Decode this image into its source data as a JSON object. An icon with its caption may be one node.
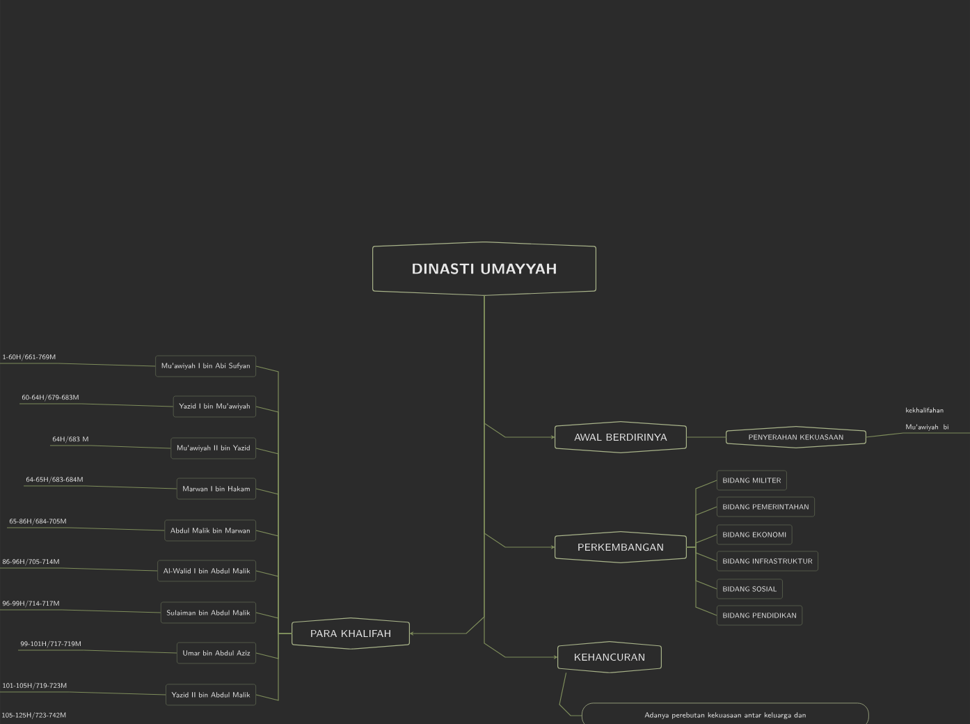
{
  "diagram": {
    "nodes": [
      {
        "text": [
          "DINASTI UMAYYAH"
        ]
      },
      {
        "text": [
          "AWAL BERDIRINYA"
        ]
      },
      {
        "text": [
          "PENYERAHAN KEKUASAAN"
        ]
      },
      {
        "text": [
          "kekhalifahan Mu'awiyah bi"
        ]
      },
      {
        "text": [
          "PERKEMBANGAN"
        ]
      },
      {
        "text": [
          "BIDANG MILITER"
        ]
      },
      {
        "text": [
          "BIDANG PEMERINTAHAN"
        ]
      },
      {
        "text": [
          "BIDANG EKONOMI"
        ]
      },
      {
        "text": [
          "BIDANG INFRASTRUKTUR"
        ]
      },
      {
        "text": [
          "BIDANG SOSIAL"
        ]
      },
      {
        "text": [
          "BIDANG PENDIDIKAN"
        ]
      },
      {
        "text": [
          "KEHANCURAN"
        ]
      },
      {
        "text": [
          "Adanya perebutan kekuasaan antar keluarga dan"
        ]
      },
      {
        "text": [
          "PARA KHALIFAH"
        ]
      },
      {
        "text": [
          "Mu'awiyah I bin Abi Sufyan"
        ]
      },
      {
        "text": [
          "Yazid I bin Mu'awiyah"
        ]
      },
      {
        "text": [
          "Mu'awiyah II bin Yazid"
        ]
      },
      {
        "text": [
          "Marwan I bin Hakam"
        ]
      },
      {
        "text": [
          "Abdul Malik bin Marwan"
        ]
      },
      {
        "text": [
          "Al-Walid I bin Abdul Malik"
        ]
      },
      {
        "text": [
          "Sulaiman bin Abdul Malik"
        ]
      },
      {
        "text": [
          "Umar bin Abdul Aziz"
        ]
      },
      {
        "text": [
          "Yazid II bin Abdul Malik"
        ]
      },
      {
        "text": [
          "1-60H/661-769M"
        ]
      },
      {
        "text": [
          "60-64H/679-683M"
        ]
      },
      {
        "text": [
          "64H/683 M"
        ]
      },
      {
        "text": [
          "64-65H/683-684M"
        ]
      },
      {
        "text": [
          "65-86H/684-705M"
        ]
      },
      {
        "text": [
          "86-96H/705-714M"
        ]
      },
      {
        "text": [
          "96-99H/714-717M"
        ]
      },
      {
        "text": [
          "99-101H/717-719M"
        ]
      },
      {
        "text": [
          "101-105H/719-723M"
        ]
      }
    ],
    "edges": [
      {
        "from": 0,
        "to": 1,
        "arrow": "to"
      },
      {
        "from": 0,
        "to": 4,
        "arrow": "to"
      },
      {
        "from": 0,
        "to": 11,
        "arrow": "to"
      },
      {
        "from": 0,
        "to": 13,
        "arrow": "to"
      },
      {
        "from": 1,
        "to": 2,
        "arrow": "none"
      },
      {
        "from": 2,
        "to": 3,
        "arrow": "none"
      },
      {
        "from": 4,
        "to": 5,
        "arrow": "none"
      },
      {
        "from": 4,
        "to": 6,
        "arrow": "none"
      },
      {
        "from": 4,
        "to": 7,
        "arrow": "none"
      },
      {
        "from": 4,
        "to": 8,
        "arrow": "none"
      },
      {
        "from": 4,
        "to": 9,
        "arrow": "none"
      },
      {
        "from": 4,
        "to": 10,
        "arrow": "none"
      },
      {
        "from": 11,
        "to": 12,
        "arrow": "none"
      },
      {
        "from": 13,
        "to": 14,
        "arrow": "none"
      },
      {
        "from": 13,
        "to": 15,
        "arrow": "none"
      },
      {
        "from": 13,
        "to": 16,
        "arrow": "none"
      },
      {
        "from": 13,
        "to": 17,
        "arrow": "none"
      },
      {
        "from": 13,
        "to": 18,
        "arrow": "none"
      },
      {
        "from": 13,
        "to": 19,
        "arrow": "none"
      },
      {
        "from": 13,
        "to": 20,
        "arrow": "none"
      },
      {
        "from": 13,
        "to": 21,
        "arrow": "none"
      },
      {
        "from": 13,
        "to": 22,
        "arrow": "none"
      },
      {
        "from": 14,
        "to": 23,
        "arrow": "none"
      },
      {
        "from": 15,
        "to": 24,
        "arrow": "none"
      },
      {
        "from": 16,
        "to": 25,
        "arrow": "none"
      },
      {
        "from": 17,
        "to": 26,
        "arrow": "none"
      },
      {
        "from": 18,
        "to": 27,
        "arrow": "none"
      },
      {
        "from": 19,
        "to": 28,
        "arrow": "none"
      },
      {
        "from": 20,
        "to": 29,
        "arrow": "none"
      },
      {
        "from": 21,
        "to": 30,
        "arrow": "none"
      },
      {
        "from": 22,
        "to": 31,
        "arrow": "none"
      }
    ],
    "labels": [
      "105-125H/723-742M"
    ]
  }
}
